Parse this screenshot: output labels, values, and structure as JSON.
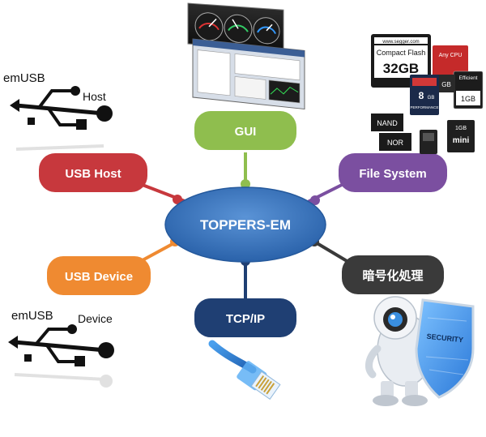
{
  "center": {
    "label": "TOPPERS-EM",
    "color": "#2f6bb5"
  },
  "nodes": {
    "gui": {
      "label": "GUI",
      "color": "#8fbe4e"
    },
    "usb_host": {
      "label": "USB Host",
      "color": "#c7383d"
    },
    "file_system": {
      "label": "File System",
      "color": "#7b4fa0"
    },
    "usb_device": {
      "label": "USB Device",
      "color": "#ef8a31"
    },
    "crypto": {
      "label": "暗号化処理",
      "color": "#3a3a3a"
    },
    "tcpip": {
      "label": "TCP/IP",
      "color": "#1f3f73"
    }
  },
  "illustrations": {
    "usb_host": {
      "brand": "emUSB",
      "caption": "Host"
    },
    "usb_device": {
      "brand": "emUSB",
      "caption": "Device"
    },
    "memory_cards": {
      "vendor": "www.segger.com",
      "cf_title": "Compact Flash",
      "cf_size": "32GB",
      "any_cpu": "Any CPU",
      "efficient": "Efficient",
      "gb": "GB",
      "one_gb": "1GB",
      "sd_size": "8",
      "sd_unit": "GB",
      "sd_label": "PERFORMANCE",
      "nand": "NAND",
      "nor": "NOR",
      "mini": "mini",
      "mini_size": "1GB"
    },
    "security": {
      "label": "SECURITY"
    }
  }
}
